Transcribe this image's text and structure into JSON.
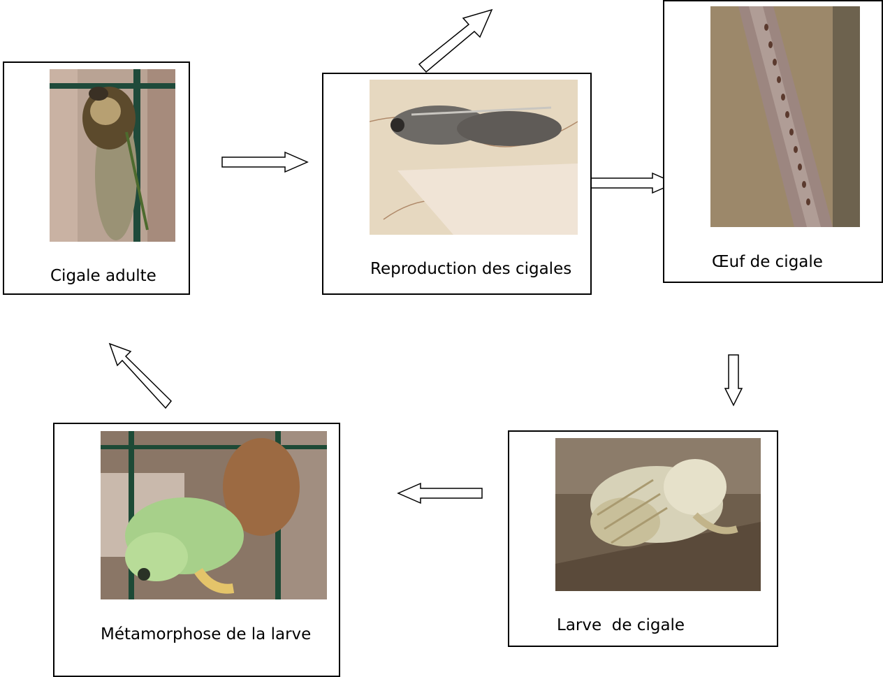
{
  "stages": {
    "adult": {
      "label": "Cigale adulte",
      "image": "cicada-adult-photo"
    },
    "reproduction": {
      "label": "Reproduction des cigales",
      "image": "cicada-mating-photo"
    },
    "egg": {
      "label": "Œuf de cigale",
      "image": "cicada-eggs-on-twig-photo"
    },
    "larva": {
      "label": "Larve  de cigale",
      "image": "cicada-larva-photo"
    },
    "metamorphosis": {
      "label": "Métamorphose de la larve",
      "image": "cicada-molting-photo"
    }
  },
  "arrows": [
    {
      "from": "adult",
      "to": "reproduction",
      "direction": "right"
    },
    {
      "from": "reproduction",
      "to": "egg",
      "direction": "right"
    },
    {
      "from": "reproduction",
      "direction": "up-right"
    },
    {
      "from": "egg",
      "to": "larva",
      "direction": "down"
    },
    {
      "from": "larva",
      "to": "metamorphosis",
      "direction": "left"
    },
    {
      "from": "metamorphosis",
      "to": "adult",
      "direction": "up-left"
    }
  ]
}
